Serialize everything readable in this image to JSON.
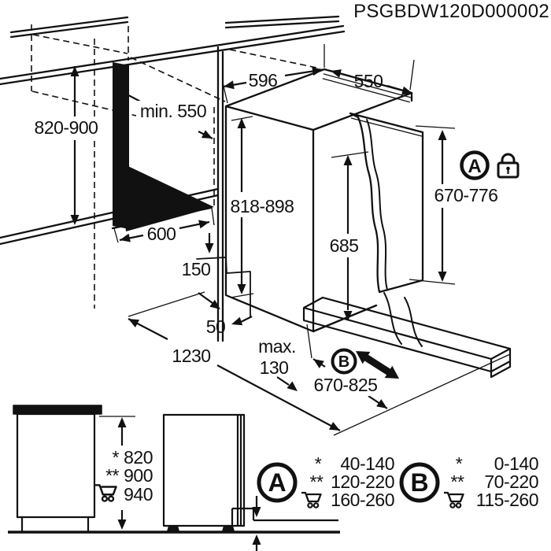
{
  "title": "PSGBDW120D000002",
  "colors": {
    "line": "#111111",
    "background": "#ffffff"
  },
  "main": {
    "niche_height": "820-900",
    "niche_depth": "min. 550",
    "niche_width": "600",
    "appliance_width": "596",
    "appliance_depth": "550",
    "appliance_height": "818-898",
    "door_inner_height": "685",
    "furniture_door_height": "670-776",
    "top_clearance": "150",
    "side_gap": "50",
    "total_depth": "1230",
    "plinth_recess_label": "max.",
    "plinth_recess_value": "130",
    "plinth_height": "670-825",
    "marker_a": "A",
    "marker_b": "B"
  },
  "side_view": {
    "rows": [
      {
        "marker": "*",
        "value": "820"
      },
      {
        "marker": "**",
        "value": "900"
      },
      {
        "marker": "cart",
        "value": "940"
      }
    ]
  },
  "legend": {
    "a": {
      "letter": "A",
      "rows": [
        {
          "marker": "*",
          "value": "40-140"
        },
        {
          "marker": "**",
          "value": "120-220"
        },
        {
          "marker": "cart",
          "value": "160-260"
        }
      ]
    },
    "b": {
      "letter": "B",
      "rows": [
        {
          "marker": "*",
          "value": "0-140"
        },
        {
          "marker": "**",
          "value": "70-220"
        },
        {
          "marker": "cart",
          "value": "115-260"
        }
      ]
    }
  }
}
